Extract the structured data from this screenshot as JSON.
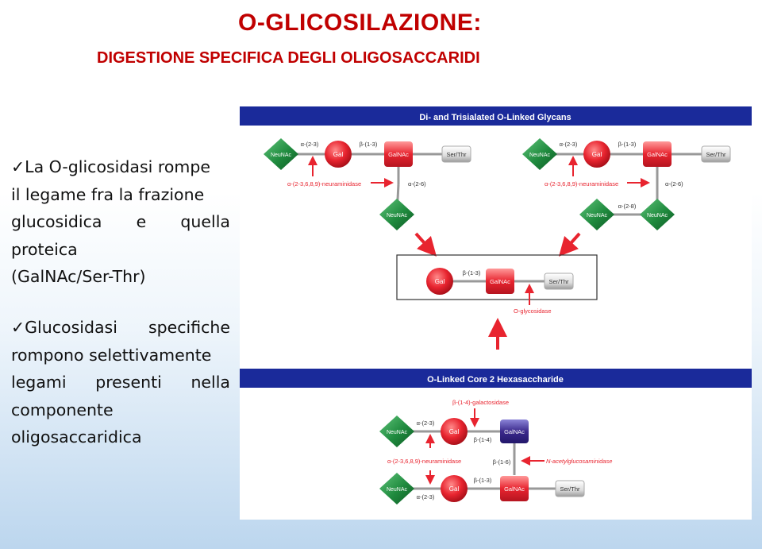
{
  "header": {
    "title": "O-GLICOSILAZIONE:",
    "subtitle": "DIGESTIONE SPECIFICA DEGLI OLIGOSACCARIDI"
  },
  "bullets": {
    "b1": [
      "✓La O-glicosidasi rompe",
      "il legame fra la frazione",
      [
        "glucosidica",
        "e",
        "quella"
      ],
      "proteica",
      "(GalNAc/Ser-Thr)"
    ],
    "b2": [
      [
        "✓Glucosidasi",
        "specifiche"
      ],
      "rompono selettivamente",
      [
        "legami",
        "presenti",
        "nella"
      ],
      "componente",
      "oligosaccaridica"
    ]
  },
  "figure": {
    "banner1": "Di- and Trisialated O-Linked Glycans",
    "banner2": "O-Linked Core 2 Hexasaccharide",
    "labels": {
      "neunac": "NeuNAc",
      "gal": "Gal",
      "galnac": "GalNAc",
      "serthr": "Ser/Thr",
      "a23": "α-(2-3)",
      "b13": "β-(1-3)",
      "a26": "α-(2-6)",
      "a28": "α-(2-8)",
      "b14": "β-(1-4)",
      "b16": "β-(1-6)",
      "neuraminidase": "α-(2-3,6,8,9)-neuraminidase",
      "oglycosidase": "O-glycosidase",
      "galactosidase": "β-(1-4)-galactosidase",
      "glucosaminidase": "N-acetylglucosaminidase"
    },
    "colors": {
      "banner": "#1a2a9a",
      "red": "#e8242f",
      "green": "#1f8a3e",
      "purple": "#3c2a8c"
    }
  }
}
